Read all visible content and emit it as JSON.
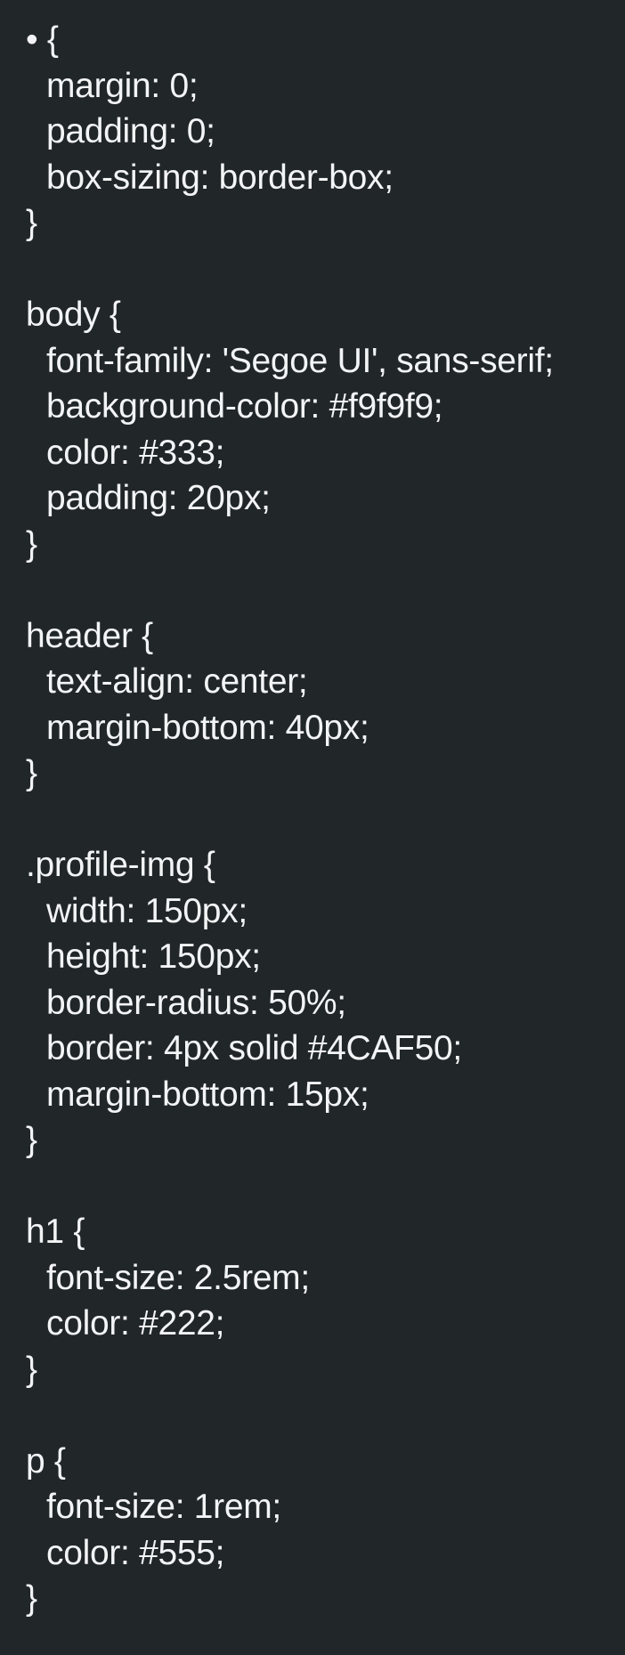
{
  "editor": {
    "lines": [
      "• {",
      "margin: 0;",
      "padding: 0;",
      "box-sizing: border-box;",
      "}",
      "",
      "body {",
      "font-family: 'Segoe UI', sans-serif;",
      "background-color: #f9f9f9;",
      "color: #333;",
      "padding: 20px;",
      "}",
      "",
      "header {",
      "text-align: center;",
      "margin-bottom: 40px;",
      "}",
      "",
      ".profile-img {",
      "width: 150px;",
      "height: 150px;",
      "border-radius: 50%;",
      "border: 4px solid #4CAF50;",
      "margin-bottom: 15px;",
      "}",
      "",
      "h1 {",
      "font-size: 2.5rem;",
      "color: #222;",
      "}",
      "",
      "p {",
      "font-size: 1rem;",
      "color: #555;",
      "}"
    ]
  }
}
